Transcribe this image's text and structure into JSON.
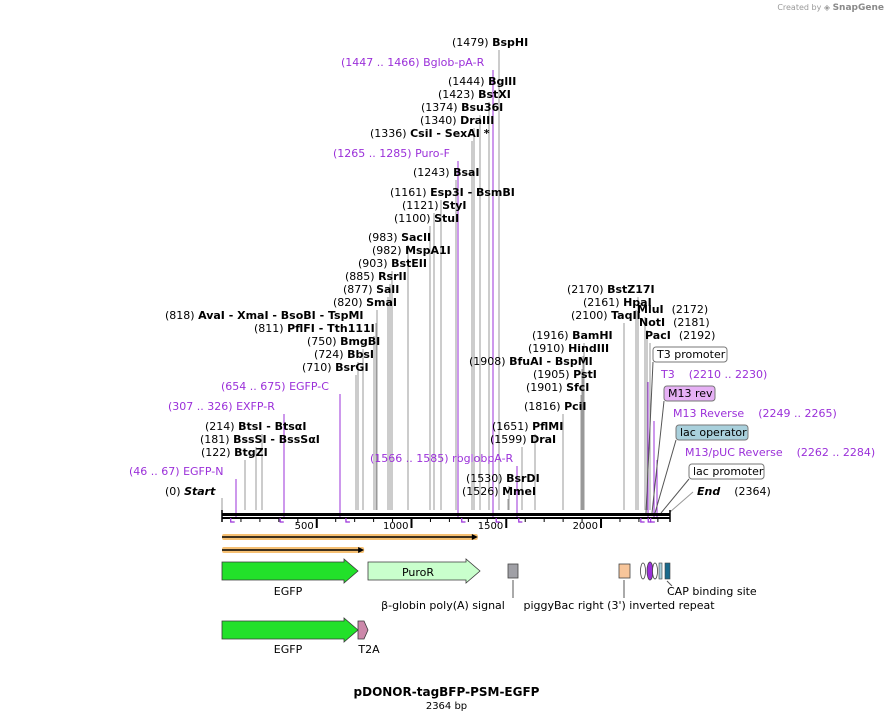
{
  "credit": {
    "prefix": "Created by",
    "brand": "SnapGene"
  },
  "map_title": "pDONOR-tagBFP-PSM-EGFP",
  "map_length": "2364 bp",
  "colors": {
    "site": "#000000",
    "primer": "#9b30d9",
    "leader": "#999999",
    "egfp": "#22e12a",
    "puror": "#c9ffcc",
    "orf": "#f5b55a",
    "polyA": "#a0a0a6",
    "piggybac": "#f7c59a",
    "m13rev": "#e6b0f5",
    "lacop": "#a9d0dc",
    "t2a": "#cc88aa",
    "cap": "#1a6a8c"
  },
  "ruler": {
    "ticks": [
      "500",
      "1000",
      "1500",
      "2000"
    ]
  },
  "start": {
    "pos": "(0)",
    "name": "Start"
  },
  "end": {
    "pos": "(2364)",
    "name": "End"
  },
  "sites": [
    {
      "pos": "(1479)",
      "name": "BspHI"
    },
    {
      "pos": "(1444)",
      "name": "BglII"
    },
    {
      "pos": "(1423)",
      "name": "BstXI"
    },
    {
      "pos": "(1374)",
      "name": "Bsu36I"
    },
    {
      "pos": "(1340)",
      "name": "DraIII"
    },
    {
      "pos": "(1336)",
      "name": "CsiI   - SexAI *"
    },
    {
      "pos": "(1243)",
      "name": "BsaI"
    },
    {
      "pos": "(1161)",
      "name": "Esp3I   - BsmBI"
    },
    {
      "pos": "(1121)",
      "name": "StyI"
    },
    {
      "pos": "(1100)",
      "name": "StuI"
    },
    {
      "pos": "(983)",
      "name": "SacII"
    },
    {
      "pos": "(982)",
      "name": "MspA1I"
    },
    {
      "pos": "(903)",
      "name": "BstEII"
    },
    {
      "pos": "(885)",
      "name": "RsrII"
    },
    {
      "pos": "(877)",
      "name": "SalI"
    },
    {
      "pos": "(820)",
      "name": "SmaI"
    },
    {
      "pos": "(818)",
      "name": "AvaI   - XmaI   - BsoBI   - TspMI"
    },
    {
      "pos": "(811)",
      "name": "PflFI   - Tth111I"
    },
    {
      "pos": "(750)",
      "name": "BmgBI"
    },
    {
      "pos": "(724)",
      "name": "BbsI"
    },
    {
      "pos": "(710)",
      "name": "BsrGI"
    },
    {
      "pos": "(214)",
      "name": "BtsI   - BtsαI"
    },
    {
      "pos": "(181)",
      "name": "BssSI   - BssSαI"
    },
    {
      "pos": "(122)",
      "name": "BtgZI"
    },
    {
      "pos": "(1916)",
      "name": "BamHI"
    },
    {
      "pos": "(1910)",
      "name": "HindIII"
    },
    {
      "pos": "(1908)",
      "name": "BfuAI   - BspMI"
    },
    {
      "pos": "(1905)",
      "name": "PstI"
    },
    {
      "pos": "(1901)",
      "name": "SfcI"
    },
    {
      "pos": "(1816)",
      "name": "PciI"
    },
    {
      "pos": "(1651)",
      "name": "PflMI"
    },
    {
      "pos": "(1599)",
      "name": "DraI"
    },
    {
      "pos": "(1530)",
      "name": "BsrDI"
    },
    {
      "pos": "(1526)",
      "name": "MmeI"
    },
    {
      "pos": "(2170)",
      "name": "BstZ17I"
    },
    {
      "pos": "(2161)",
      "name": "HpaI"
    },
    {
      "pos": "(2100)",
      "name": "TaqII"
    },
    {
      "pos": "(2172)",
      "name": "MluI"
    },
    {
      "pos": "(2181)",
      "name": "NotI"
    },
    {
      "pos": "(2192)",
      "name": "PacI"
    }
  ],
  "primers": [
    {
      "range": "(1447 .. 1466)",
      "name": "Bglob-pA-R"
    },
    {
      "range": "(1265 .. 1285)",
      "name": "Puro-F"
    },
    {
      "range": "(654 .. 675)",
      "name": "EGFP-C"
    },
    {
      "range": "(307 .. 326)",
      "name": "EXFP-R"
    },
    {
      "range": "(46 .. 67)",
      "name": "EGFP-N"
    },
    {
      "range": "(1566 .. 1585)",
      "name": "rbglobpA-R"
    },
    {
      "range": "(2210 .. 2230)",
      "name": "T3"
    },
    {
      "range": "(2249 .. 2265)",
      "name": "M13 Reverse"
    },
    {
      "range": "(2262 .. 2284)",
      "name": "M13/pUC Reverse"
    }
  ],
  "boxed": {
    "t3_promoter": "T3 promoter",
    "m13_rev": "M13 rev",
    "lac_operator": "lac operator",
    "lac_promoter": "lac promoter"
  },
  "features": {
    "egfp": "EGFP",
    "puror": "PuroR",
    "polyA": "β-globin poly(A) signal",
    "piggybac": "piggyBac right (3') inverted repeat",
    "cap": "CAP binding site",
    "egfp2": "EGFP",
    "t2a": "T2A"
  }
}
